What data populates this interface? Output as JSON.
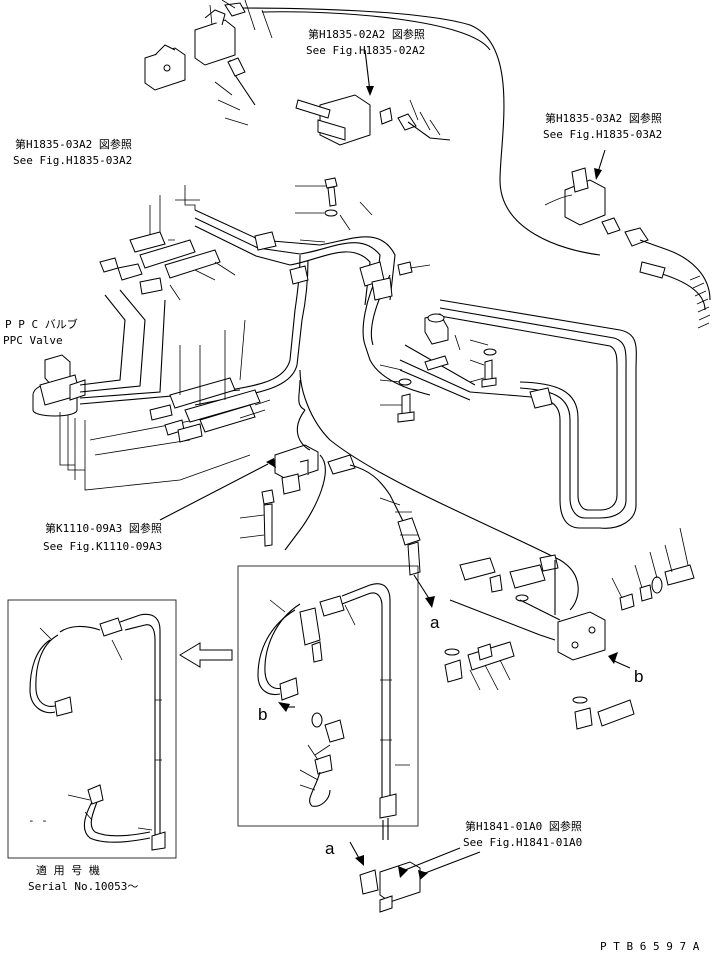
{
  "refs": {
    "ref_h1835_02a2": {
      "jp": "第H1835-02A2 図参照",
      "en": "See Fig.H1835-02A2"
    },
    "ref_h1835_03a2_left": {
      "jp": "第H1835-03A2 図参照",
      "en": "See Fig.H1835-03A2"
    },
    "ref_h1835_03a2_right": {
      "jp": "第H1835-03A2 図参照",
      "en": "See Fig.H1835-03A2"
    },
    "ref_k1110_09a3": {
      "jp": "第K1110-09A3 図参照",
      "en": "See Fig.K1110-09A3"
    },
    "ref_h1841_01a0": {
      "jp": "第H1841-01A0 図参照",
      "en": "See Fig.H1841-01A0"
    }
  },
  "ppc_valve": {
    "jp": "P P C バルブ",
    "en": "PPC Valve"
  },
  "serial": {
    "jp": "適 用 号 機",
    "en": "Serial No.10053～"
  },
  "dash_mark": "- -",
  "markers": {
    "a": "a",
    "b": "b"
  },
  "drawing_code": "P T B 6 5 9 7 A"
}
